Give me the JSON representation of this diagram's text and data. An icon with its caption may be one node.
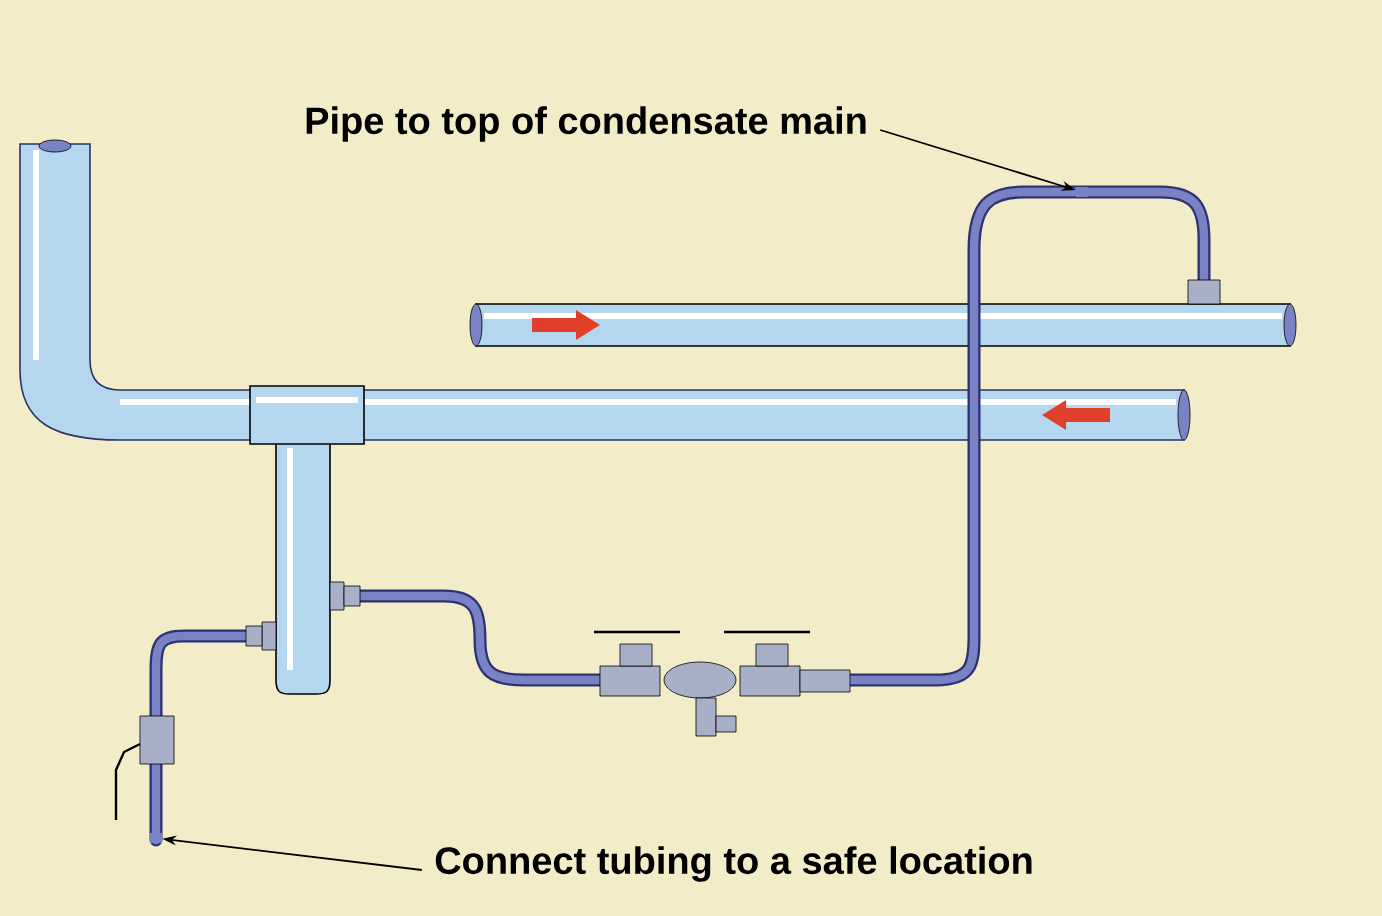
{
  "diagram": {
    "nodes": [
      {
        "text": [
          "Pipe to top of condensate main"
        ]
      },
      {
        "text": [],
        "shape": "pipe"
      },
      {
        "text": [
          "Connect tubing to a safe location"
        ]
      },
      {
        "text": [],
        "shape": "pipe"
      }
    ],
    "edges": [
      {
        "from": 0,
        "to": 1,
        "arrow": "to"
      },
      {
        "from": 2,
        "to": 3,
        "arrow": "to"
      }
    ]
  }
}
